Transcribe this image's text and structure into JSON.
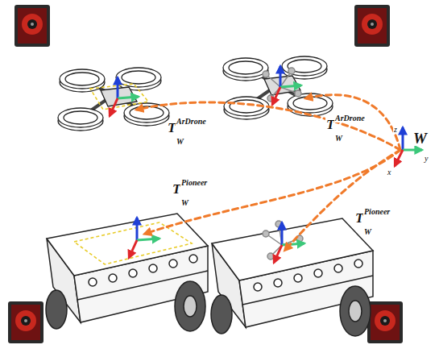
{
  "diagram": {
    "labels": [
      "T",
      "W",
      "ArDrone",
      "T",
      "W",
      "ArDrone",
      "T",
      "W",
      "Pioneer",
      "T",
      "W",
      "Pioneer",
      "W",
      "z",
      "y",
      "x"
    ]
  }
}
